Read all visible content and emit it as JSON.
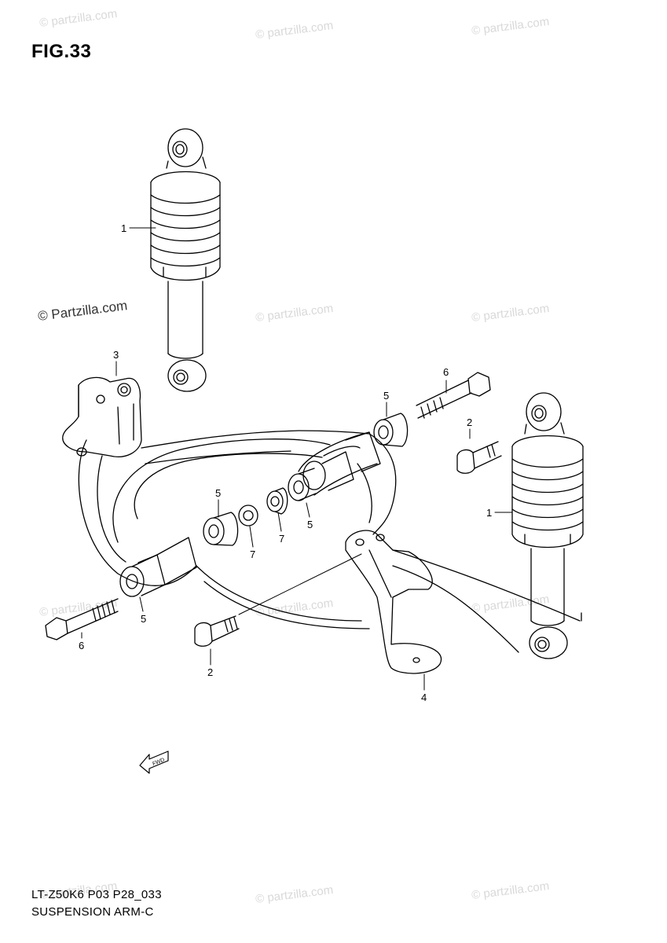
{
  "figure": {
    "title": "FIG.33"
  },
  "watermarks": {
    "main": "© Partzilla.com",
    "faint": "© partzilla.com"
  },
  "callouts": {
    "shock_left": "1",
    "shock_right": "1",
    "bolt_left_lower": "2",
    "bolt_right_upper": "2",
    "bracket_upper": "3",
    "bracket_lower": "4",
    "bushing_upper": "5",
    "bushing_mid": "5",
    "bushing_center_left": "5",
    "bushing_front": "5",
    "bolt_long_left": "6",
    "bolt_long_right": "6",
    "washer_left": "7",
    "washer_right": "7"
  },
  "fwd_label": "FWD",
  "footer": {
    "code": "LT-Z50K6 P03 P28_033",
    "name": "SUSPENSION ARM-C"
  },
  "colors": {
    "line": "#000000",
    "watermark": "#d9d9d9"
  }
}
